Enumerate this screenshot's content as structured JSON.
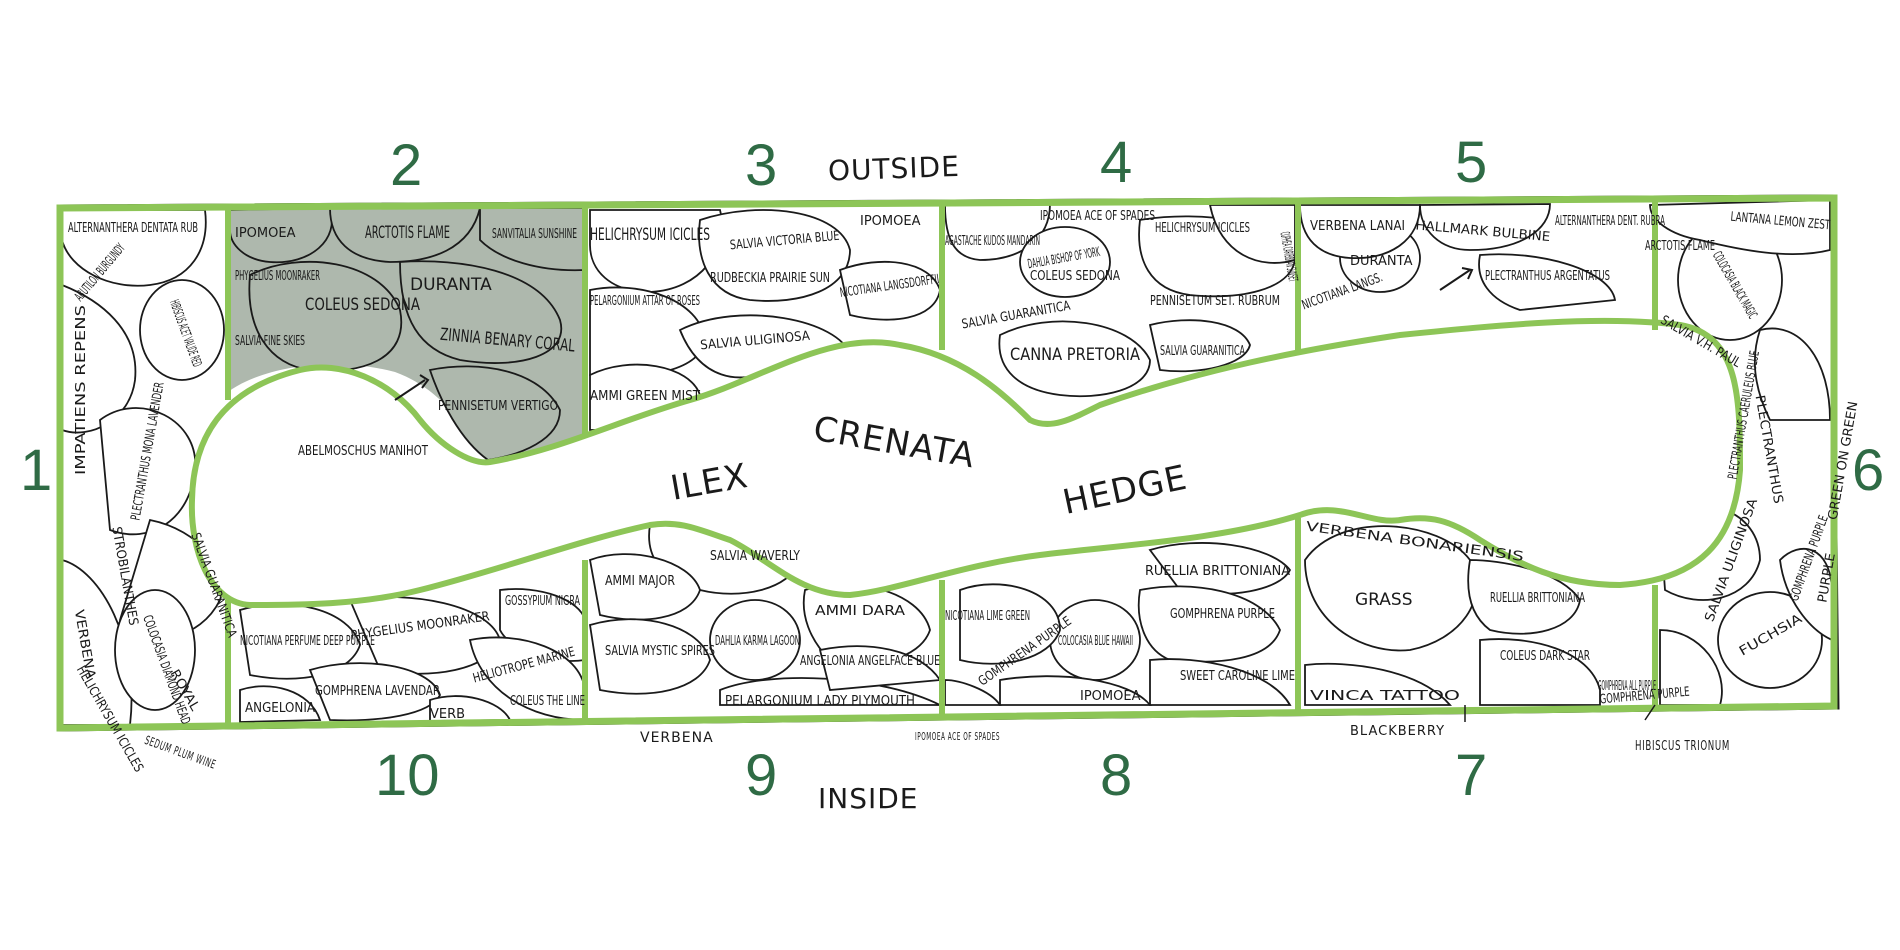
{
  "colors": {
    "border_green": "#8dc557",
    "number_green": "#2f6b45",
    "shaded_section": "#aeb8ad",
    "ink": "#1a1a1a"
  },
  "labels": {
    "top": "OUTSIDE",
    "bottom": "INSIDE",
    "center_line1": "ILEX",
    "center_line2": "CRENATA",
    "center_line3": "HEDGE"
  },
  "sections": [
    {
      "number": "1",
      "plants": [
        "ALTERNANTHERA DENTATA RUB",
        "ABUTILON BURGUNDY",
        "HIBISCUS ACET VALIDE RED",
        "IMPATIENS REPENS",
        "PLECTRANTHUS MONA LAVENDER",
        "STROBILANTHES",
        "SALVIA GUARANITICA",
        "COLOCASIA DIAMOND HEAD",
        "VERBENA",
        "HELICHRYSUM ICICLES",
        "ROYAL"
      ]
    },
    {
      "number": "2",
      "plants": [
        "IPOMOEA",
        "ARCTOTIS FLAME",
        "SANVITALIA SUNSHINE",
        "PHYGELIUS MOONRAKER",
        "COLEUS SEDONA",
        "DURANTA",
        "ZINNIA BENARY CORAL",
        "SALVIA FINE SKIES",
        "PENNISETUM VERTIGO",
        "ABELMOSCHUS MANIHOT"
      ]
    },
    {
      "number": "3",
      "plants": [
        "HELICHRYSUM ICICLES",
        "SALVIA VICTORIA BLUE",
        "IPOMOEA",
        "RUDBECKIA PRAIRIE SUN",
        "PELARGONIUM ATTAR OF ROSES",
        "NICOTIANA LANGSDORFFII",
        "SALVIA ULIGINOSA",
        "AMMI GREEN MIST"
      ]
    },
    {
      "number": "4",
      "plants": [
        "IPOMOEA ACE OF SPADES",
        "AGASTACHE KUDOS MANDARIN",
        "HELICHRYSUM ICICLES",
        "COLEUS SEDONA",
        "DAHLIA BISHOP OF YORK",
        "CUPHEA CARIBBEAN SUNSET",
        "SALVIA GUARANITICA",
        "PENNISETUM SET. RUBRUM",
        "CANNA PRETORIA",
        "SALVIA GUARANITICA"
      ]
    },
    {
      "number": "5",
      "plants": [
        "VERBENA LANAI",
        "HALLMARK BULBINE",
        "ALTERNANTHERA DENT. RUBRA",
        "NICOTIANA LANGS.",
        "DURANTA",
        "PLECTRANTHUS ARGENTATUS"
      ]
    },
    {
      "number": "6",
      "plants": [
        "LANTANA LEMON ZEST",
        "ARCTOTIS FLAME",
        "COLOCASIA BLACK MAGIC",
        "SALVIA V.H. PAUL",
        "PLECTRANTHUS CAERULEUS BLUE",
        "SALVIA ULIGINOSA",
        "GOMPHRENA PURPLE",
        "FUCHSIA",
        "GREEN ON GREEN",
        "PURPLE",
        "PLECTRANTHUS",
        "GOMPHRENA PURPLE"
      ]
    },
    {
      "number": "7",
      "plants": [
        "VERBENA BONARIENSIS",
        "GRASS",
        "RUELLIA BRITTONIANA",
        "COLEUS DARK STAR",
        "VINCA TATTOO",
        "GOMPHRENA ALL PURPLE",
        "BLACKBERRY",
        "HIBISCUS TRIONUM"
      ]
    },
    {
      "number": "8",
      "plants": [
        "RUELLIA BRITTONIANA",
        "GOMPHRENA PURPLE",
        "NICOTIANA LIME GREEN",
        "GOMPHRENA PURPLE",
        "COLOCASIA BLUE HAWAII",
        "SWEET CAROLINE LIME",
        "IPOMOEA",
        "IPOMOEA ACE OF SPADES"
      ]
    },
    {
      "number": "9",
      "plants": [
        "SALVIA WAVERLY",
        "AMMI MAJOR",
        "AMMI DARA",
        "DAHLIA KARMA LAGOON",
        "SALVIA MYSTIC SPIRES",
        "ANGELONIA ANGELFACE BLUE",
        "PELARGONIUM LADY PLYMOUTH",
        "VERBENA"
      ]
    },
    {
      "number": "10",
      "plants": [
        "NICOTIANA PERFUME DEEP PURPLE",
        "PHYGELIUS MOONRAKER",
        "GOSSYPIUM NIGRA",
        "HELIOTROPE MARINE",
        "ANGELONIA",
        "GOMPHRENA LAVENDAR",
        "VERB",
        "COLEUS THE LINE",
        "SEDUM PLUM WINE"
      ]
    }
  ]
}
